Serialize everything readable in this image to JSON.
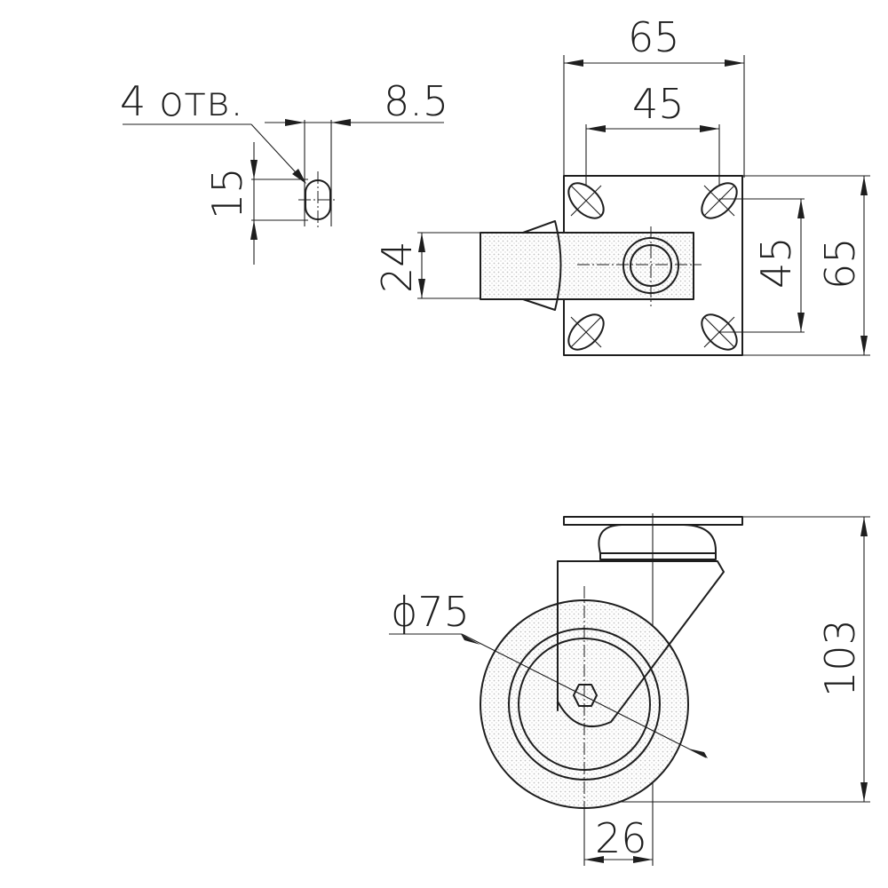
{
  "drawing": {
    "note_holes": "4 отв.",
    "slot": {
      "width": "8.5",
      "length": "15"
    },
    "plate_top": {
      "width_outer": "65",
      "width_inner": "45",
      "height_outer": "65",
      "height_inner": "45",
      "stem_width": "24"
    },
    "side_view": {
      "wheel_diameter": "ϕ75",
      "height": "103",
      "offset": "26"
    }
  },
  "colors": {
    "line": "#1e1e1e",
    "hatch": "#c9c9c9",
    "background": "#ffffff"
  }
}
